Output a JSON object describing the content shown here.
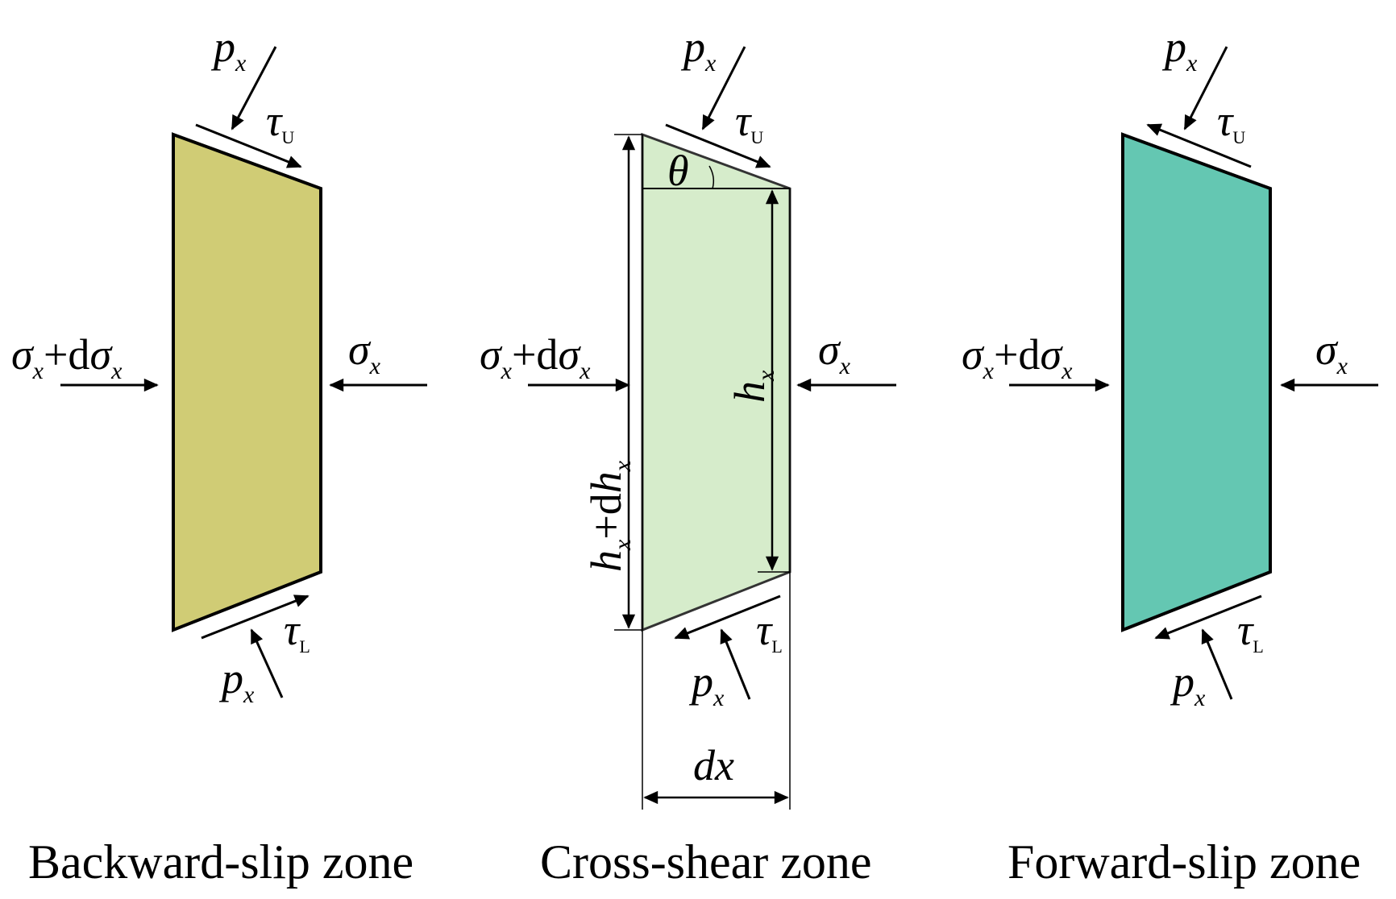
{
  "colors": {
    "backward_fill": "#d0cc75",
    "cross_fill": "#d6eccb",
    "forward_fill": "#64c7b2",
    "stroke": "#000000"
  },
  "symbols": {
    "p": "p",
    "x": "x",
    "tau": "τ",
    "sub_U": "U",
    "sub_L": "L",
    "sigma": "σ",
    "plus_d": "+d",
    "theta": "θ",
    "h": "h",
    "dh_plus": "+d",
    "dx": "dx"
  },
  "zones": [
    {
      "id": "backward",
      "caption": "Backward-slip zone",
      "upper_shear_direction": "right",
      "lower_shear_direction": "right"
    },
    {
      "id": "cross",
      "caption": "Cross-shear zone",
      "upper_shear_direction": "right",
      "lower_shear_direction": "left"
    },
    {
      "id": "forward",
      "caption": "Forward-slip zone",
      "upper_shear_direction": "left",
      "lower_shear_direction": "left"
    }
  ]
}
